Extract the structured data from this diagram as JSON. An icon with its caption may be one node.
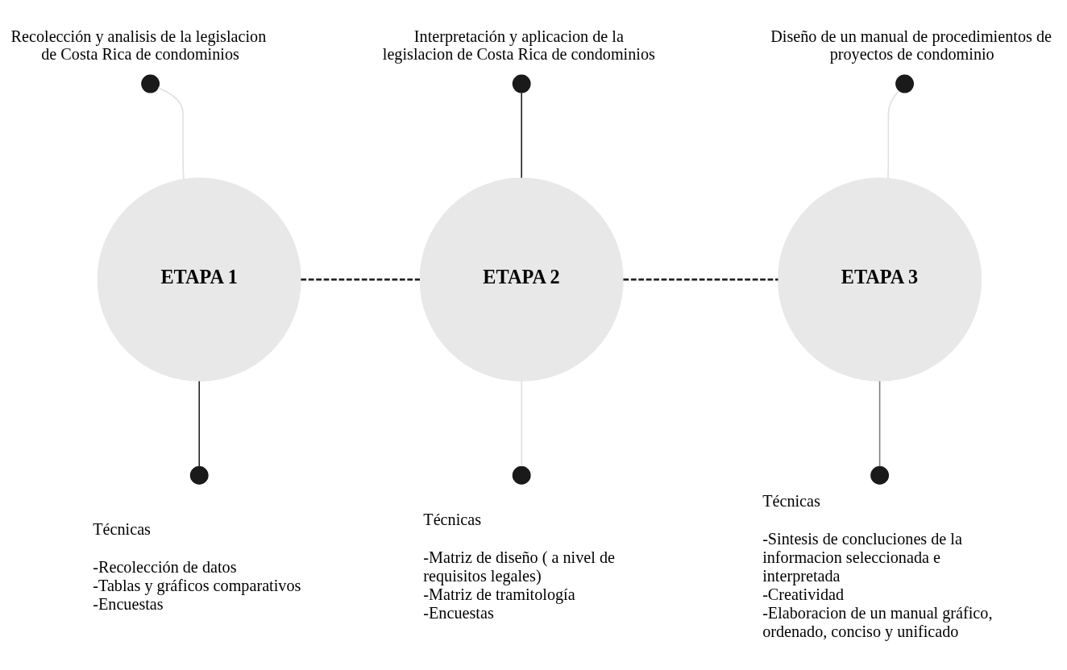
{
  "diagram": {
    "nodes": [
      {
        "text": [],
        "shape": "circle",
        "beside": [
          "Recolección y analisis de la legislacion de Costa Rica de condominios"
        ]
      },
      {
        "text": [],
        "shape": "circle",
        "beside": [
          "Interpretación y aplicacion de la legislacion de Costa Rica de condominios"
        ]
      },
      {
        "text": [],
        "shape": "circle",
        "beside": [
          "Diseño de un manual de procedimientos de proyectos de condominio"
        ]
      },
      {
        "text": [
          "ETAPA 1"
        ]
      },
      {
        "text": [
          "ETAPA 2"
        ]
      },
      {
        "text": [
          "ETAPA 3"
        ]
      },
      {
        "text": [],
        "shape": "circle",
        "beside": [
          "Técnicas",
          "-Recolección de datos",
          "-Tablas y gráficos comparativos",
          "-Encuestas"
        ]
      },
      {
        "text": [],
        "shape": "circle",
        "beside": [
          "Técnicas",
          "-Matriz de diseño ( a nivel de requisitos legales)",
          "-Matriz de tramitología",
          "-Encuestas"
        ]
      },
      {
        "text": [],
        "shape": "circle",
        "beside": [
          "Técnicas",
          "-Sintesis de concluciones de la informacion seleccionada e interpretada",
          "-Creatividad",
          "-Elaboracion de un manual gráfico, ordenado, conciso y unificado"
        ]
      }
    ],
    "edges": [
      {
        "from": 0,
        "to": 3,
        "arrow": "none",
        "color": "#e0e0e0"
      },
      {
        "from": 3,
        "to": 6,
        "arrow": "none"
      },
      {
        "from": 1,
        "to": 4,
        "arrow": "none"
      },
      {
        "from": 4,
        "to": 7,
        "arrow": "none",
        "color": "#e0e0e0"
      },
      {
        "from": 2,
        "to": 5,
        "arrow": "none",
        "color": "#e0e0e0"
      },
      {
        "from": 5,
        "to": 8,
        "arrow": "none",
        "color": "#808080"
      },
      {
        "from": 3,
        "to": 4,
        "arrow": "none",
        "style": "dashed"
      },
      {
        "from": 4,
        "to": 5,
        "arrow": "none",
        "style": "dashed"
      }
    ]
  }
}
